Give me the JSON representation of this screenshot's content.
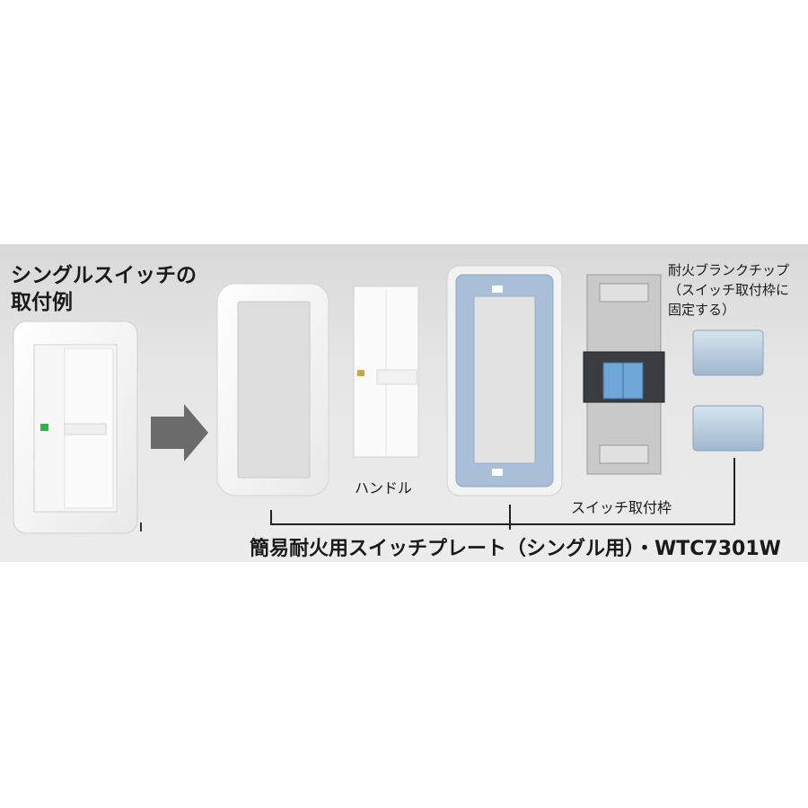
{
  "labels": {
    "example_title_line1": "シングルスイッチの",
    "example_title_line2": "取付例",
    "handle": "ハンドル",
    "switch_frame": "スイッチ取付枠",
    "blank_chip_line1": "耐火ブランクチップ",
    "blank_chip_line2": "（スイッチ取付枠に",
    "blank_chip_line3": "固定する）",
    "product": "簡易耐火用スイッチプレート（シングル用）・WTC7301W"
  },
  "icons": {
    "arrow": "right-arrow-icon",
    "indicator": "green-led-icon"
  },
  "colors": {
    "background_band": "#e3e3e3",
    "plate_white": "#ffffff",
    "frame_blue": "#a9bfd8",
    "mechanism_blue": "#6fa6d8",
    "arrow_gray": "#6b6b6b",
    "indicator_green": "#2fb34a"
  }
}
